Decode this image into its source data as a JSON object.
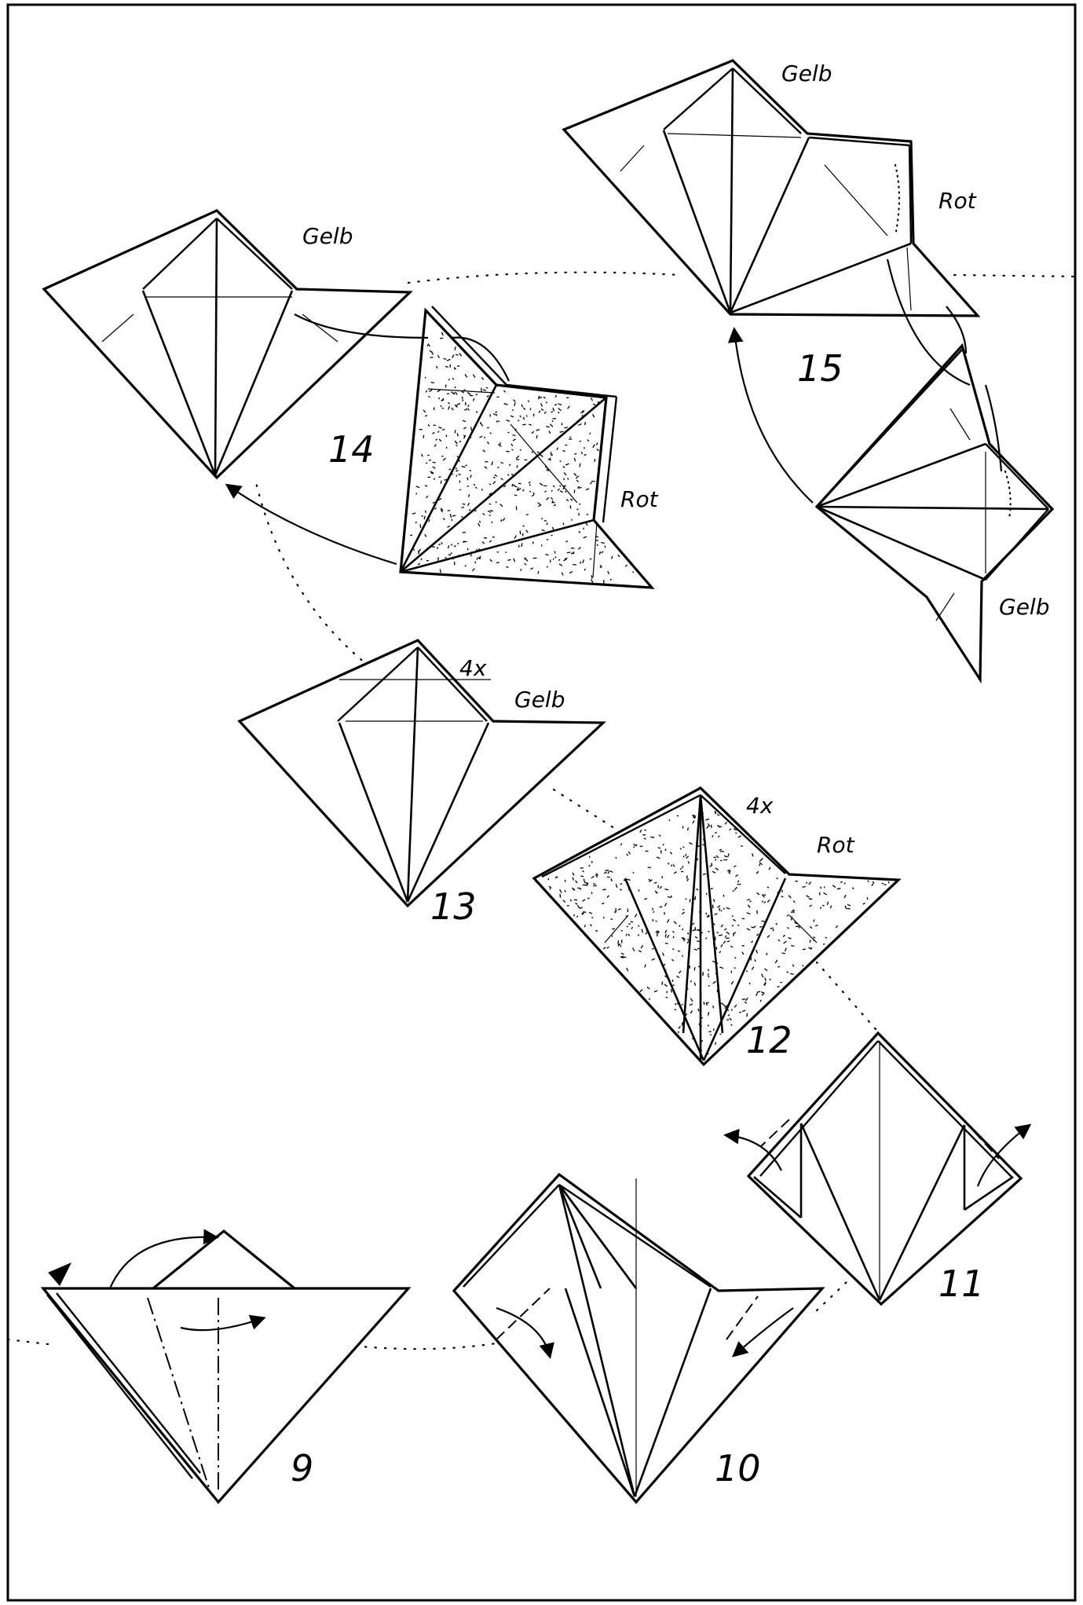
{
  "labels": {
    "step_9": "9",
    "step_10": "10",
    "step_11": "11",
    "step_12": "12",
    "step_13": "13",
    "step_14": "14",
    "step_15": "15",
    "gelb_14": "Gelb",
    "rot_14": "Rot",
    "gelb_15_top": "Gelb",
    "rot_15": "Rot",
    "gelb_15_bottom": "Gelb",
    "count_13": "4x",
    "color_13": "Gelb",
    "count_12": "4x",
    "color_12": "Rot"
  }
}
